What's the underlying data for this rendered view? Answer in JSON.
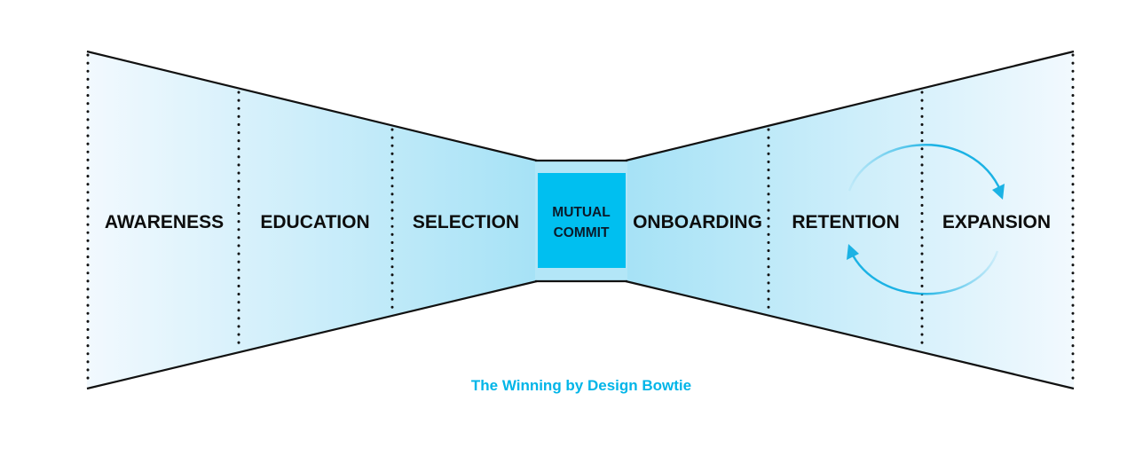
{
  "diagram": {
    "stages_left": [
      "AWARENESS",
      "EDUCATION",
      "SELECTION"
    ],
    "center": {
      "line1": "MUTUAL",
      "line2": "COMMIT"
    },
    "stages_right": [
      "ONBOARDING",
      "RETENTION",
      "EXPANSION"
    ],
    "caption": "The Winning by Design Bowtie"
  },
  "colors": {
    "accent": "#00b5e8",
    "center_box": "#00bff0",
    "center_text": "#0a1a2a",
    "outline": "#111111",
    "fill_light": "#f2f9fe",
    "fill_deep": "#a6e2f6",
    "cycle_arrow": "#1bb2e4"
  },
  "icons": {
    "expansion_cycle": "circular-arrows-icon"
  }
}
